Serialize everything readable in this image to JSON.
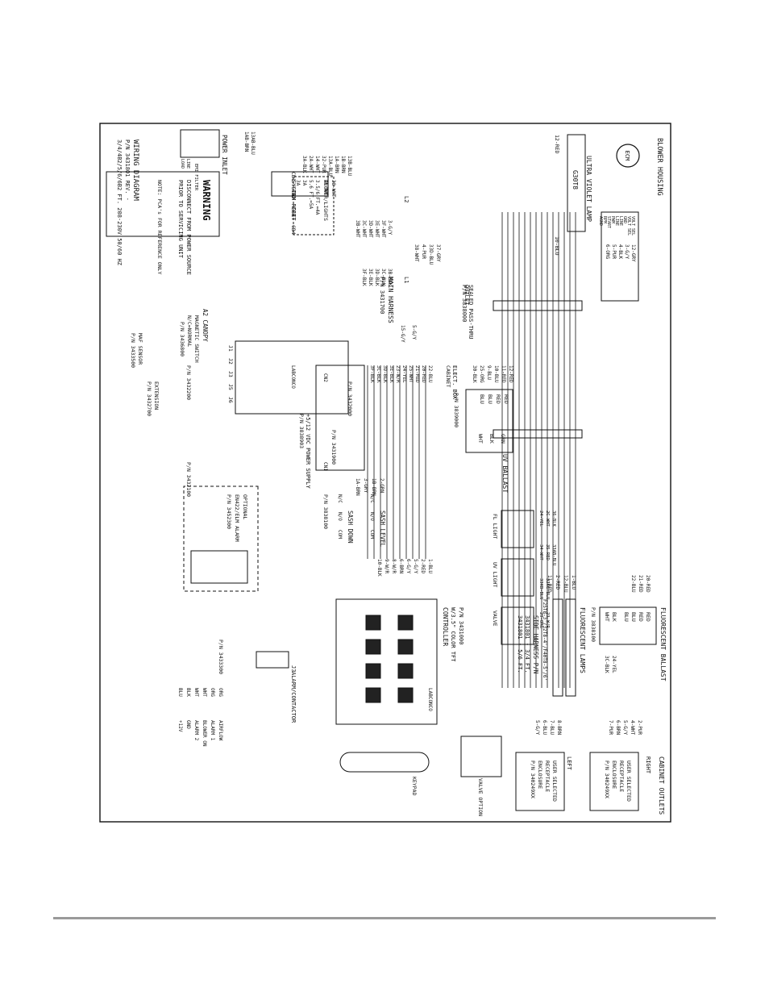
{
  "sections": {
    "blower": {
      "title": "BLOWER HOUSING",
      "motor": "ECM",
      "terms": [
        "VOLT SEL",
        "VOLT SEL",
        "GND",
        "LINE",
        "LINE",
        "PWM",
        "START",
        "RPM",
        "AGND"
      ],
      "wires": [
        "12-GRY",
        "3-G/Y",
        "4-BLK",
        "5-PUR",
        "6-ORG"
      ]
    },
    "uv_lamp": {
      "title": "ULTRA VIOLET LAMP",
      "part": "G30T8",
      "wire_a": "12-RED",
      "wire_b": "10-BLU"
    },
    "passthru": {
      "title": "SEALED PASS-THRU",
      "pn": "P/N 3838000"
    },
    "uv_ballast": {
      "title": "UV BALLAST",
      "pn": "P/N 3839000",
      "left": [
        "RED",
        "RED",
        "BLU",
        "BLU"
      ],
      "right": [
        "GRN",
        "BLK",
        "WHT"
      ],
      "wires": [
        "12-RED",
        "11-RED",
        "10-BLU",
        "9-BLU",
        "25-ORG",
        "30-BLK"
      ]
    },
    "fl_ballast": {
      "title": "FLUORESCENT BALLAST",
      "pn": "P/N 3838100",
      "pins": [
        "RED",
        "RED",
        "BLU",
        "BLU"
      ],
      "wires": [
        "20-RED",
        "21-RED",
        "22-BLU"
      ],
      "right": [
        "BLK",
        "WHT"
      ],
      "extra": [
        "24-YEL",
        "3C-BLK"
      ]
    },
    "fl_lamps": {
      "title": "FLUORESCENT LAMPS",
      "part": "F25T8-3'/32T8-4'/F40T8-5'/6'",
      "wires": [
        "1-BLU",
        "12-BLU",
        "2-RED",
        "11-RED"
      ]
    },
    "side_harness": {
      "title": "SIDE HARNESS P/N",
      "lines": [
        "3431801 - 3/4 FT.",
        "3431801 - 5/6 FT."
      ]
    },
    "cabinet_outlets": {
      "title": "CABINET OUTLETS",
      "right": "RIGHT",
      "left": "LEFT",
      "rcpt": [
        "USER SELECTED",
        "RECEPTACLE",
        "ENCLOSURE",
        "P/N 340249XX"
      ],
      "right_wires": [
        "2-PUR",
        "4-WHT",
        "5-G/Y",
        "6-BRN",
        "7-PUR"
      ],
      "left_wires": [
        "8-BRN",
        "7-BLU",
        "6-BLU",
        "5-G/Y"
      ]
    },
    "valve": {
      "title": "VALVE OPTION"
    },
    "controller": {
      "title": "CONTROLLER",
      "sub": "W/3.5\" COLOR TFT",
      "pn": "P/N 3431000",
      "logo": "LABCONCO",
      "keypad": "KEYPAD"
    },
    "alarm": {
      "title": "ALARM/CONTACTOR",
      "conn": "J3",
      "labels": [
        "AIRFLOW",
        "ALARM 1",
        "BLOWER ON",
        "ALARM 2",
        "GND",
        "+12V"
      ],
      "wires": [
        "ORG",
        "ORG",
        "WHT",
        "WHT",
        "BLK",
        "BLU"
      ],
      "pn": "P/N 3433300"
    },
    "optional": {
      "title": "OPTIONAL",
      "sub": "EN422/ELM ALARM",
      "pn": "P/N 3452300"
    },
    "relays": {
      "fl": "FL LIGHT",
      "uv": "UV LIGHT",
      "valve": "VALVE",
      "wires": [
        "24-YEL",
        "34-WHT",
        "33KB-BLU",
        "29-ORG",
        "2C-WHT",
        "35-RED",
        "33KC-BLU",
        "23-W/R",
        "36-BLK",
        "33AB-BLU"
      ]
    },
    "power_supply": {
      "title": "+5/12 VDC POWER SUPPLY",
      "pn": "P/N 3838903",
      "cn": [
        "CN1",
        "CN2"
      ]
    },
    "main_board": {
      "title": "MAIN HARNESS",
      "pn": "P/N 3431700",
      "conns": [
        "J1",
        "J2",
        "J3",
        "J5",
        "J6"
      ],
      "logo": "LABCONCO",
      "pn2": "P/N 3431900",
      "pn3": "P/N 3432000"
    },
    "sash": {
      "level": "SASH LEVEL",
      "down": "SASH DOWN",
      "contacts": [
        "N/C",
        "N/O",
        "COM",
        "N/C",
        "N/O",
        "COM"
      ],
      "wires": [
        "2-GRN",
        "1B-BRN",
        "3-GRY",
        "1A-BRN"
      ],
      "pn": "P/N 3838100"
    },
    "canopy": {
      "title": "A2 CANOPY",
      "sub": [
        "MAGNETIC SWITCH",
        "N/C=NORMAL"
      ],
      "pn": "P/N 3436800",
      "sensor": [
        "MAF SENSOR",
        "P/N 3433500"
      ],
      "ext": [
        "EXTENSION",
        "P/N 3432700"
      ],
      "pn2": "P/N 3432200",
      "pn3": "P/N 3432100"
    },
    "breakers": {
      "cb": [
        "CB1",
        "CB2",
        "CB3",
        "CB4"
      ],
      "cb_box": "BLOWER/LIGHTS",
      "ratings": [
        "3.5/6 FT.=4A",
        "5.6 FT.=5A",
        "3A",
        "3A"
      ],
      "wires": [
        "13B-BLU",
        "1B-BRN",
        "1A-BRN",
        "13A-BLU",
        "32-PUR",
        "14-WHT",
        "2A-WHT",
        "3A-BLK"
      ]
    },
    "power": {
      "title": "POWER INLET",
      "filter": "EMI FILTER",
      "wires": [
        "13AB-BLU",
        "1AB-BRN"
      ],
      "terms": [
        "LINE",
        "LOAD"
      ]
    },
    "outlet": {
      "title": "OUTLET",
      "wires": [
        "37-GRY",
        "33D-BLU",
        "4-PUR",
        "38-WHT"
      ]
    },
    "elect_box": {
      "title": "ELECT. BOX",
      "sub": "CABINET",
      "wires": [
        "5-G/Y",
        "15-G/Y"
      ]
    },
    "reset": {
      "title": "SYSTEM RESET",
      "wires": [
        "28-WHT",
        "26-WHT"
      ]
    },
    "harness_wires": {
      "left": [
        "3B-BLK",
        "3C-BLK",
        "3D-BLK",
        "3E-BLK",
        "3F-BLK"
      ],
      "l2": [
        "3-G/Y",
        "3F-WHT",
        "3E-WHT",
        "3D-WHT",
        "3C-WHT",
        "3B-WHT"
      ],
      "right_bundle": [
        "22-BLU",
        "20-RED",
        "21-RED",
        "25-WHT",
        "24-YEL",
        "23-W/R",
        "3E-BLK",
        "3D-BLK",
        "3C-BLK",
        "3F-BLK"
      ],
      "low": [
        "1-BLU",
        "2-RED",
        "5-G/Y",
        "6-G/Y",
        "6-BRN",
        "8-W/R",
        "9-W/R",
        "10-BLK"
      ]
    },
    "warning": {
      "title": "WARNING",
      "lines": [
        "DISCONNECT FROM POWER SOURCE",
        "PRIOR TO SERVICING UNIT"
      ]
    },
    "note": "NOTE: PCA's FOR REFERENCE ONLY",
    "wd": {
      "title": "WIRING DIAGRAM",
      "pn": "P/N 3431801 REV. -",
      "model": "3/4/4B2/5/6/6B2 FT. 208-230V 50/60 HZ"
    },
    "grounds": [
      "L1",
      "L2"
    ]
  }
}
